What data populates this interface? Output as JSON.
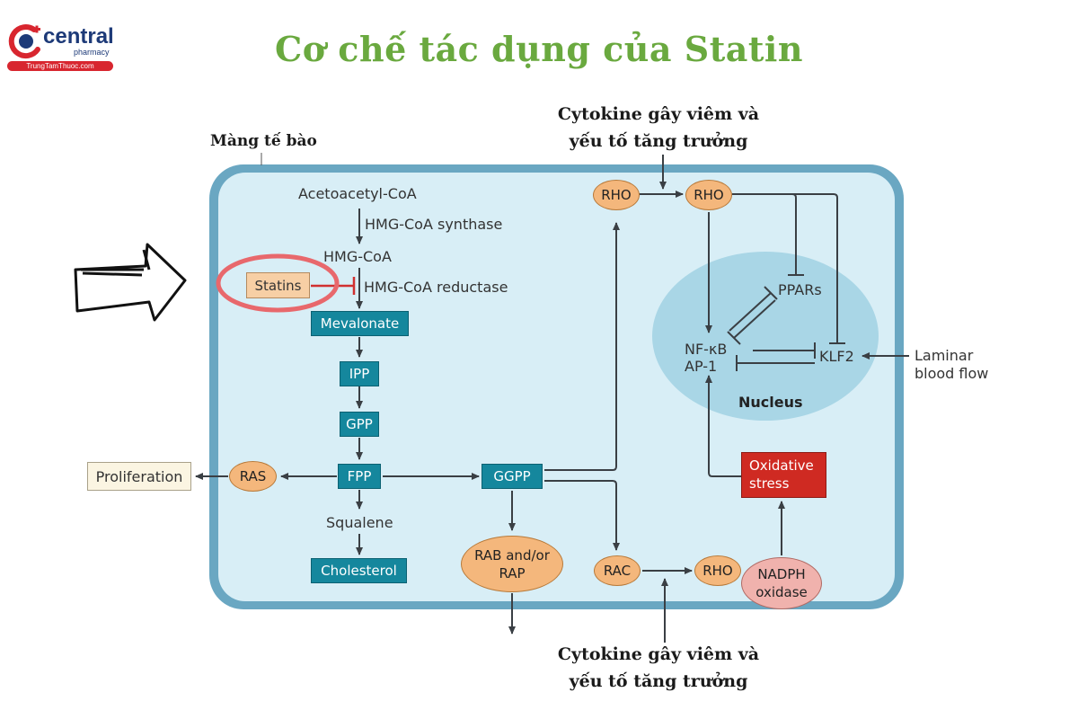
{
  "header": {
    "title": "Cơ chế tác dụng của Statin",
    "logo_name": "central",
    "logo_sub": "pharmacy",
    "logo_url_text": "TrungTamThuoc.com"
  },
  "diagram": {
    "membrane_label": "Màng tế bào",
    "cytokine_top": [
      "Cytokine gây viêm và",
      "yếu tố tăng trưởng"
    ],
    "cytokine_bottom": [
      "Cytokine gây viêm và",
      "yếu tố tăng trưởng"
    ],
    "pathway": {
      "acetoacetyl": "Acetoacetyl-CoA",
      "synthase": "HMG-CoA synthase",
      "hmgcoa": "HMG-CoA",
      "reductase": "HMG-CoA reductase",
      "statins": "Statins",
      "mevalonate": "Mevalonate",
      "ipp": "IPP",
      "gpp": "GPP",
      "fpp": "FPP",
      "squalene": "Squalene",
      "cholesterol": "Cholesterol",
      "ggpp": "GGPP",
      "ras": "RAS",
      "proliferation": "Proliferation",
      "rab": "RAB and/or",
      "rap": "RAP"
    },
    "rho_top_left": "RHO",
    "rho_top_right": "RHO",
    "rac": "RAC",
    "rho_bottom": "RHO",
    "nadph": [
      "NADPH",
      "oxidase"
    ],
    "oxidative": [
      "Oxidative",
      "stress"
    ],
    "nucleus": {
      "label": "Nucleus",
      "ppars": "PPARs",
      "nfkb": "NF-κB",
      "ap1": "AP-1",
      "klf2": "KLF2"
    },
    "laminar": [
      "Laminar",
      "blood flow"
    ],
    "colors": {
      "title": "#6aa93f",
      "cell_fill": "#d8eef6",
      "membrane": "#6aa7c2",
      "nucleus_fill": "#a9d6e6",
      "teal_box": "#15879d",
      "oval": "#f4b77c",
      "oxidative": "#cf2a22",
      "nadph": "#f0b2ad",
      "highlight_circle": "#e8686c",
      "inhibit_red": "#d03030"
    }
  }
}
